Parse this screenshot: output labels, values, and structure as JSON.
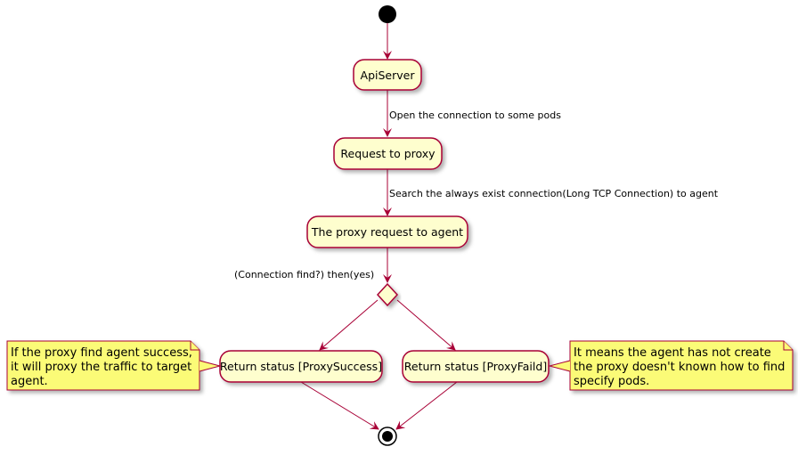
{
  "diagram": {
    "activities": {
      "apiserver": "ApiServer",
      "request_proxy": "Request to proxy",
      "proxy_request_agent": "The proxy request to agent",
      "return_success": "Return status [ProxySuccess]",
      "return_faild": "Return status [ProxyFaild]"
    },
    "edge_labels": {
      "open_connection": "Open the connection to some pods",
      "search_connection": "Search the always exist connection(Long TCP Connection) to agent"
    },
    "condition": "(Connection find?) then(yes)",
    "notes": {
      "left": [
        "If the proxy find agent success,",
        "it will proxy the traffic to target",
        "agent."
      ],
      "right": [
        "It means the agent has not create",
        "the proxy doesn't known how to find",
        "specify pods."
      ]
    },
    "colors": {
      "activity_fill": "#FEFECE",
      "line": "#A80036",
      "note_fill": "#FBFB77"
    }
  }
}
